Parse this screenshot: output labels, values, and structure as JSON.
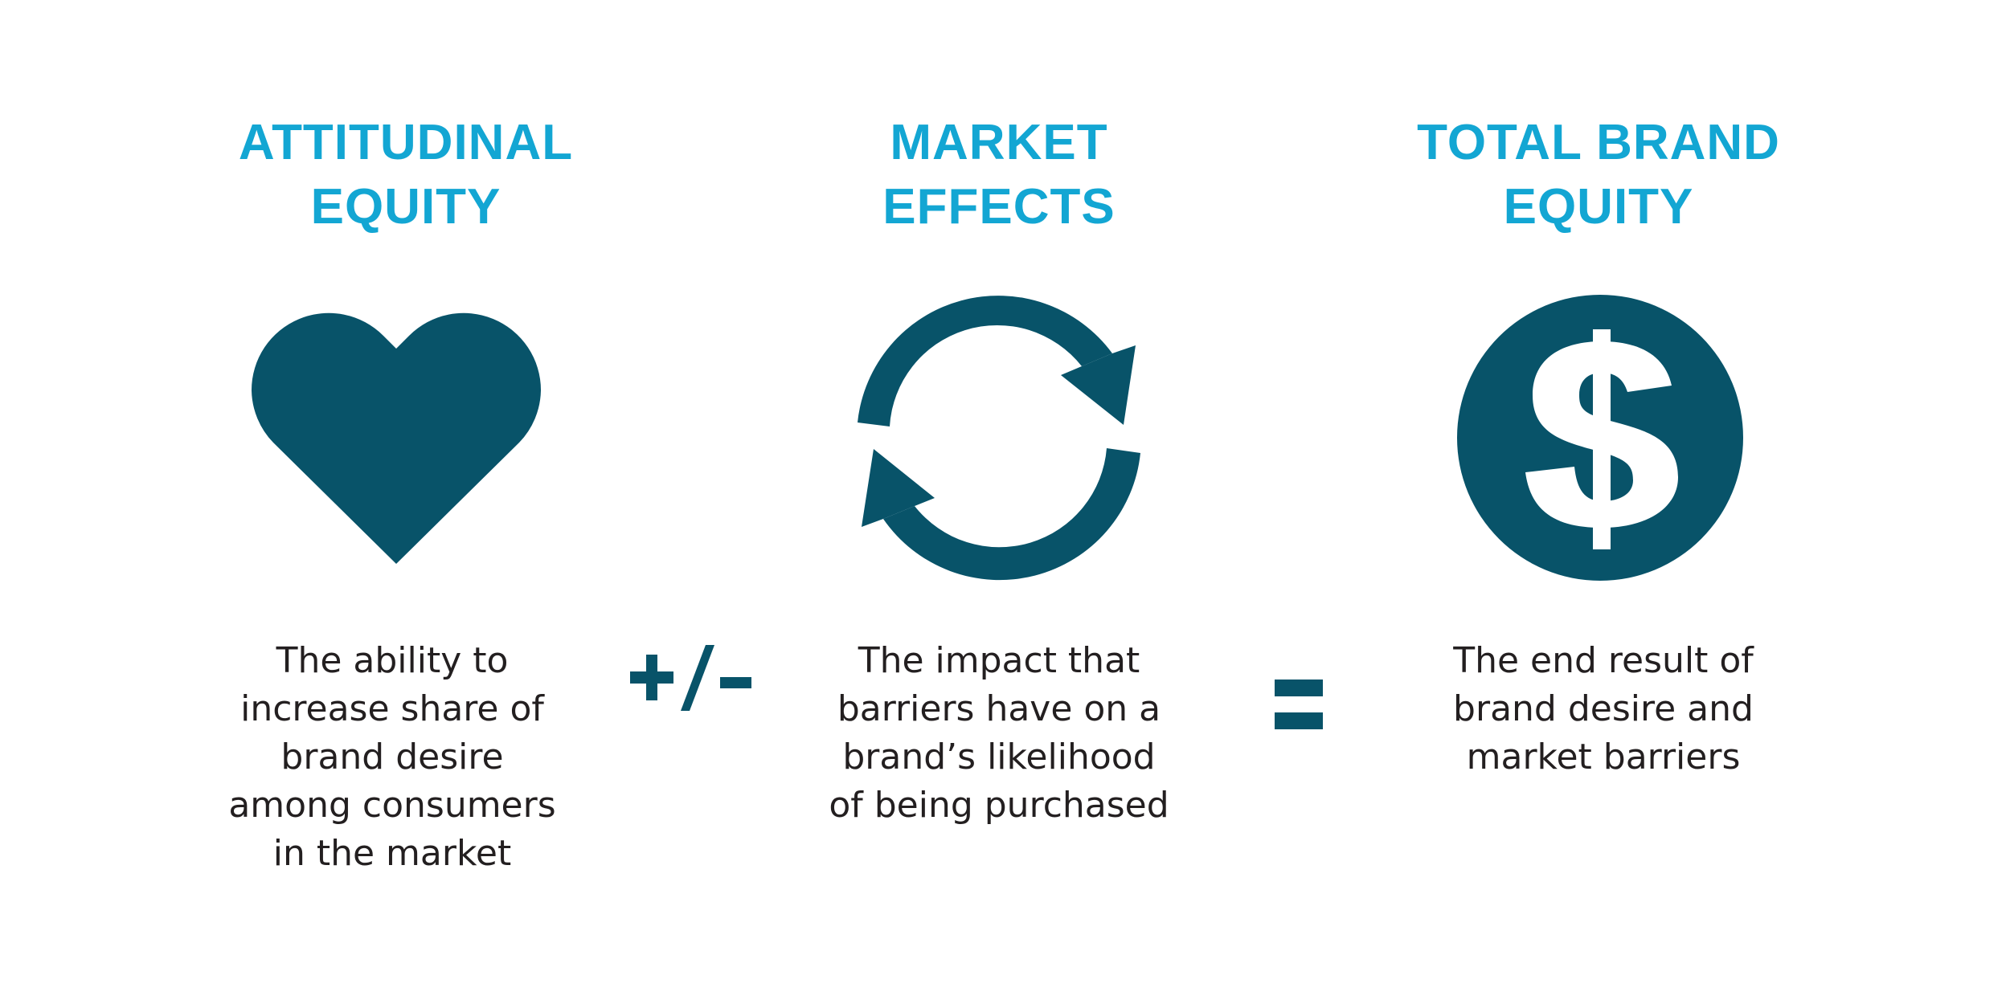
{
  "colors": {
    "heading": "#13a6d3",
    "icon": "#085369",
    "body_text": "#231f20",
    "background": "#ffffff"
  },
  "columns": [
    {
      "title_lines": [
        "ATTITUDINAL",
        "EQUITY"
      ],
      "icon": "heart-icon",
      "description_lines": [
        "The ability to",
        "increase share of",
        "brand desire",
        "among consumers",
        "in the market"
      ]
    },
    {
      "title_lines": [
        "MARKET",
        "EFFECTS"
      ],
      "icon": "refresh-cycle-icon",
      "description_lines": [
        "The impact that",
        "barriers have on a",
        "brand’s likelihood",
        "of being purchased"
      ]
    },
    {
      "title_lines": [
        "TOTAL BRAND",
        "EQUITY"
      ],
      "icon": "dollar-coin-icon",
      "description_lines": [
        "The end result of",
        "brand desire and",
        "market barriers"
      ]
    }
  ],
  "operators": {
    "plus_minus": "+/-",
    "equals": "="
  }
}
